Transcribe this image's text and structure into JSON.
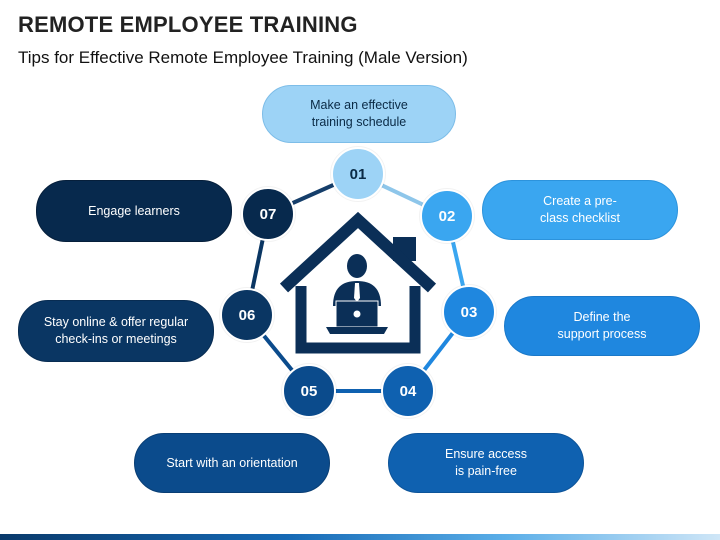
{
  "title": "REMOTE EMPLOYEE TRAINING",
  "subtitle": "Tips for Effective Remote Employee Training (Male Version)",
  "steps": [
    {
      "num": "01",
      "text": "Make an effective\ntraining schedule"
    },
    {
      "num": "02",
      "text": "Create a pre-\nclass checklist"
    },
    {
      "num": "03",
      "text": "Define the\nsupport process"
    },
    {
      "num": "04",
      "text": "Ensure access\nis pain-free"
    },
    {
      "num": "05",
      "text": "Start with an orientation"
    },
    {
      "num": "06",
      "text": "Stay online & offer regular\ncheck-ins or meetings"
    },
    {
      "num": "07",
      "text": "Engage learners"
    }
  ],
  "colors": {
    "light": "#9dd3f6",
    "sky": "#3aa6f0",
    "mid": "#1f87df",
    "blue": "#0f61b0",
    "deep": "#0b4b8c",
    "navy": "#0a3663",
    "darknavy": "#07294d",
    "edge_light": "#8ec6ea",
    "edge_dark": "#153e6a"
  },
  "icons": {
    "center": "home-office-employee-icon"
  }
}
